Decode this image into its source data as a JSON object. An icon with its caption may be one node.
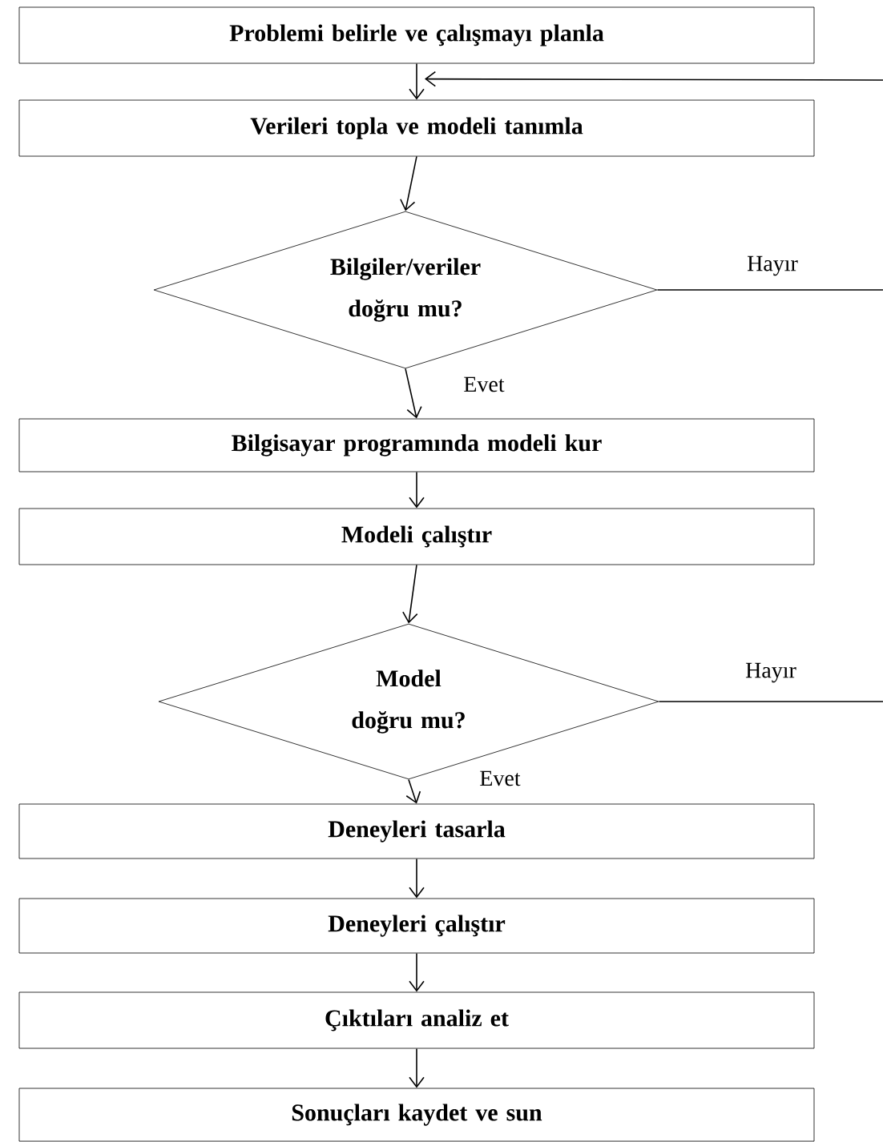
{
  "diagram": {
    "nodes": [
      {
        "text": [
          "Problemi belirle ve çalışmayı planla"
        ]
      },
      {
        "text": [
          "Verileri topla ve modeli tanımla"
        ]
      },
      {
        "text": [
          "Bilgiler/veriler doğru mu?"
        ]
      },
      {
        "text": [
          "Bilgisayar programında modeli kur"
        ]
      },
      {
        "text": [
          "Modeli çalıştır"
        ]
      },
      {
        "text": [
          "Model doğru mu?"
        ]
      },
      {
        "text": [
          "Deneyleri tasarla"
        ]
      },
      {
        "text": [
          "Deneyleri çalıştır"
        ]
      },
      {
        "text": [
          "Çıktıları analiz et"
        ]
      },
      {
        "text": [
          "Sonuçları kaydet ve sun"
        ]
      }
    ],
    "edges": [
      {
        "from": 0,
        "to": 1,
        "arrow": "to"
      },
      {
        "from": 1,
        "to": 2,
        "arrow": "to"
      },
      {
        "from": 2,
        "to": 3,
        "arrow": "to",
        "label": "Evet"
      },
      {
        "from": 3,
        "to": 4,
        "arrow": "to"
      },
      {
        "from": 4,
        "to": 5,
        "arrow": "to"
      },
      {
        "from": 5,
        "to": 6,
        "arrow": "to",
        "label": "Evet"
      },
      {
        "from": 6,
        "to": 7,
        "arrow": "to"
      },
      {
        "from": 7,
        "to": 8,
        "arrow": "to"
      },
      {
        "from": 8,
        "to": 9,
        "arrow": "to"
      },
      {
        "from": 2,
        "to": null,
        "arrow": "none",
        "label": "Hayır"
      },
      {
        "from": 5,
        "to": null,
        "arrow": "none",
        "label": "Hayır"
      },
      {
        "from": null,
        "to": 1,
        "arrow": "to"
      }
    ]
  }
}
